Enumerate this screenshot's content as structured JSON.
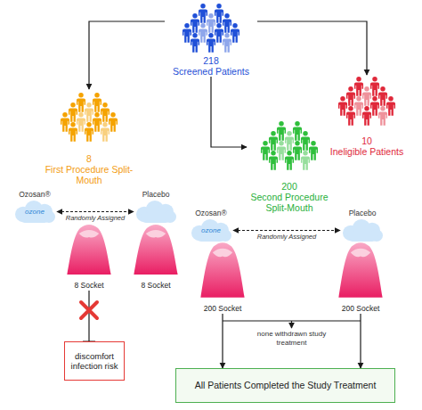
{
  "diagram": {
    "nodes": [
      {
        "text": [
          "218",
          "Screened Patients"
        ]
      },
      {
        "text": [
          "8",
          "First Procedure Split-Mouth"
        ]
      },
      {
        "text": [
          "10",
          "Ineligible Patients"
        ]
      },
      {
        "text": [
          "Ozosan®",
          "ozone"
        ]
      },
      {
        "text": [
          "Placebo"
        ]
      },
      {
        "text": [
          "8 Socket"
        ]
      },
      {
        "text": [
          "8 Socket"
        ]
      },
      {
        "text": [
          "200",
          "Second Procedure Split-Mouth"
        ]
      },
      {
        "text": [
          "Ozosan®",
          "ozone"
        ]
      },
      {
        "text": [
          "Placebo"
        ]
      },
      {
        "text": [
          "200 Socket"
        ]
      },
      {
        "text": [
          "200 Socket"
        ]
      },
      {
        "text": [
          "discomfort infection risk"
        ]
      },
      {
        "text": [
          "All Patients Completed the Study Treatment"
        ]
      }
    ],
    "edges": [
      {
        "from": 0,
        "to": 1,
        "arrow": "to"
      },
      {
        "from": 0,
        "to": 2,
        "arrow": "to"
      },
      {
        "from": 0,
        "to": 7,
        "arrow": "to"
      },
      {
        "from": 3,
        "to": 4,
        "label": "Randomly Assigned",
        "arrow": "both"
      },
      {
        "from": 8,
        "to": 9,
        "label": "Randomly Assigned",
        "arrow": "both"
      },
      {
        "from": 5,
        "to": 12,
        "arrow": "none"
      },
      {
        "from": 10,
        "to": 13,
        "arrow": "to"
      },
      {
        "from": 11,
        "to": 13,
        "arrow": "to"
      }
    ],
    "labels": [
      "none withdrawn study treatment"
    ]
  }
}
